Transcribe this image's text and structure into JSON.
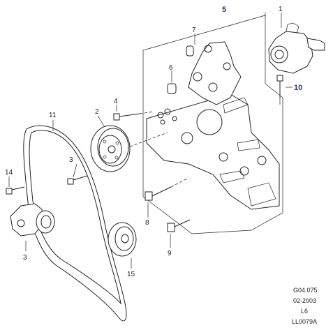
{
  "diagram": {
    "callouts": {
      "c1": "1",
      "c2": "2",
      "c3a": "3",
      "c3b": "3",
      "c4": "4",
      "c5": "5",
      "c6": "6",
      "c7": "7",
      "c8": "8",
      "c9": "9",
      "c10": "10",
      "c11": "11",
      "c14": "14",
      "c15": "15"
    },
    "footer": {
      "code": "G04.075",
      "date": "02-2003",
      "engine": "L6",
      "ref": "LL0079A"
    },
    "colors": {
      "highlight_callout": "#1f3a93",
      "line": "#222222"
    }
  }
}
